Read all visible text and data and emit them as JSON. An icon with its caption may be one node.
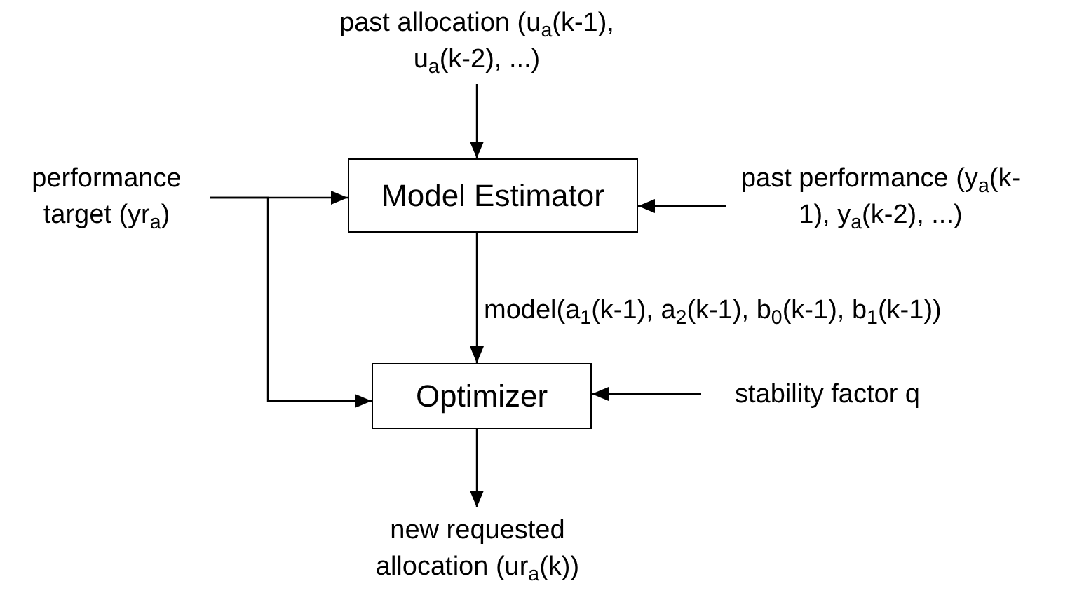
{
  "diagram": {
    "nodes": [
      {
        "text": [
          "past allocation (u$_{a}$(k-1), u$_{a}$(k-2), ...)"
        ]
      },
      {
        "text": [
          "Model Estimator"
        ]
      },
      {
        "text": [
          "performance target (yr$_{a}$)"
        ]
      },
      {
        "text": [
          "past performance (y$_{a}$(k-1), y$_{a}$(k-2), ...)"
        ]
      },
      {
        "text": [
          "Optimizer"
        ]
      },
      {
        "text": [
          "stability factor q"
        ]
      },
      {
        "text": [
          "new requested allocation (ur$_{a}$(k))"
        ]
      }
    ],
    "edges": [
      {
        "from": 0,
        "to": 1,
        "arrow": "to"
      },
      {
        "from": 2,
        "to": 1,
        "arrow": "to"
      },
      {
        "from": 3,
        "to": 1,
        "arrow": "to"
      },
      {
        "from": 2,
        "to": 4,
        "arrow": "to"
      },
      {
        "from": 1,
        "to": 4,
        "arrow": "to",
        "label": "model(a$_{1}$(k-1), a$_{2}$(k-1), b$_{0}$(k-1), b$_{1}$(k-1))"
      },
      {
        "from": 5,
        "to": 4,
        "arrow": "to"
      },
      {
        "from": 4,
        "to": 6,
        "arrow": "to"
      }
    ]
  }
}
